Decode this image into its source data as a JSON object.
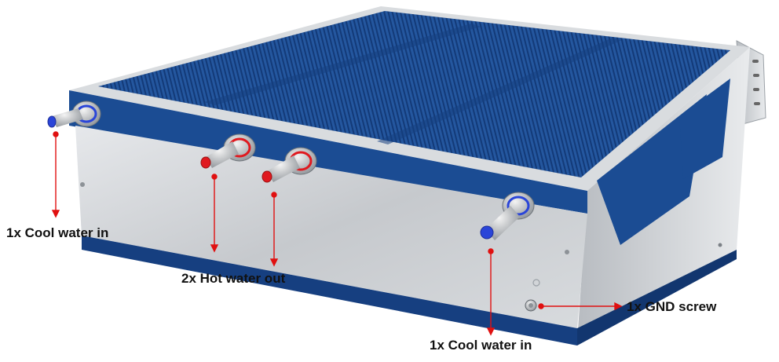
{
  "colors": {
    "fin_blue": "#1f4f9a",
    "fin_dark": "#12366f",
    "body_blue": "#1b4c93",
    "aluminum": "#c9ccd0",
    "aluminum_light": "#e4e6e9",
    "leader_red": "#e01010",
    "coupling_blue": "#2a45d8",
    "coupling_red": "#e0191f"
  },
  "callouts": {
    "cool_left": "1x Cool water in",
    "hot_out": "2x Hot water out",
    "gnd": "1x GND screw",
    "cool_right": "1x Cool water in"
  },
  "icons": {
    "cool_coupling": "blue-water-coupling-icon",
    "hot_coupling": "red-water-coupling-icon",
    "gnd_screw": "gnd-screw-icon"
  }
}
